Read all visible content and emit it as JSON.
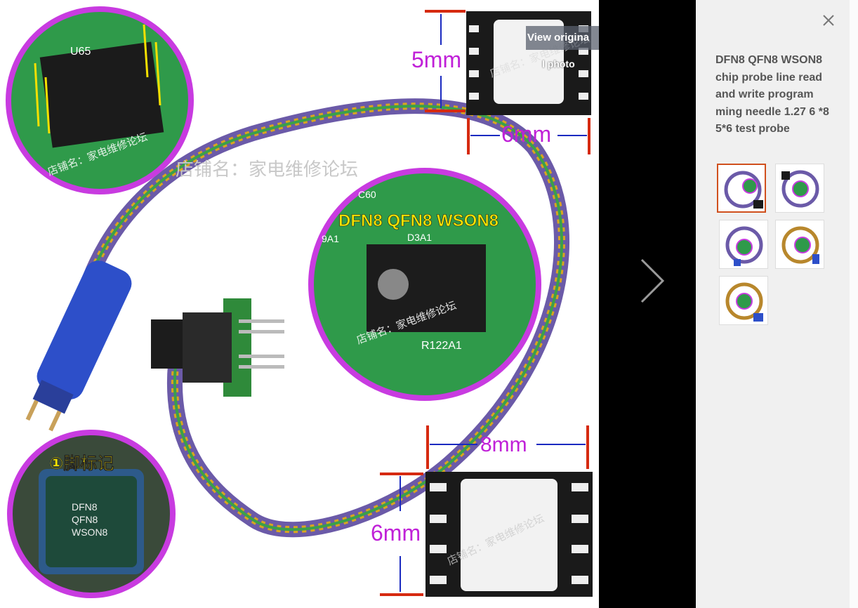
{
  "viewer": {
    "view_original_label": "View origina",
    "view_original_label_2": "l photo",
    "next_icon": "chevron-right-icon",
    "close_icon": "close-icon"
  },
  "product": {
    "title": "DFN8 QFN8 WSON8 chip probe line read and write program ming needle 1.27 6 *8 5*6 test probe"
  },
  "image": {
    "watermark": "店铺名：家电维修论坛",
    "chip_label": "DFN8 QFN8 WSON8",
    "pin1_label": "①脚标记",
    "board_label": "U65",
    "dim_top_height": "5mm",
    "dim_top_width": "6mm",
    "dim_bottom_width": "8mm",
    "dim_bottom_height": "6mm",
    "probe_tag_lines": [
      "DFN8",
      "QFN8",
      "WSON8"
    ],
    "pcb_labels": [
      "C60",
      "D3A1",
      "9A1",
      "R122A1"
    ]
  },
  "thumbnails": [
    {
      "id": 1,
      "selected": true
    },
    {
      "id": 2,
      "selected": false
    },
    {
      "id": 3,
      "selected": false
    },
    {
      "id": 4,
      "selected": false
    },
    {
      "id": 5,
      "selected": false
    }
  ],
  "colors": {
    "dimension_text": "#c020d8",
    "dimension_bar": "#d62a10",
    "circle_border": "#c83be0",
    "pcb_green": "#2f9a4a",
    "selected_thumb": "#d0501d",
    "panel_bg": "#f0f0f0"
  }
}
